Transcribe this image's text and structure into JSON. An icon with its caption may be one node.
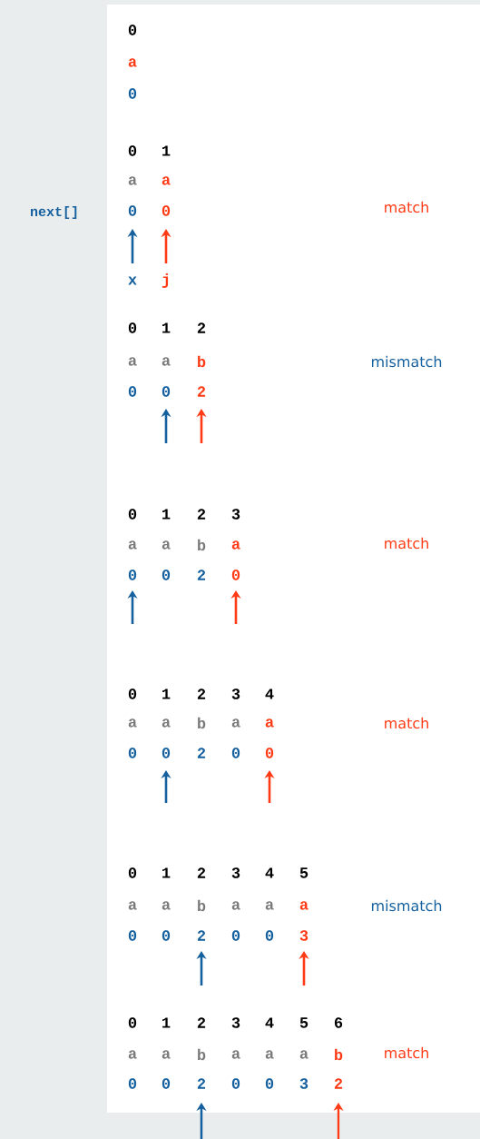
{
  "diagram": {
    "labels": [
      "next[]",
      "0",
      "a",
      "0",
      "0",
      "1",
      "a",
      "a",
      "0",
      "0",
      "match",
      "x",
      "j",
      "0",
      "1",
      "2",
      "a",
      "a",
      "b",
      "0",
      "0",
      "2",
      "mismatch",
      "0",
      "1",
      "2",
      "3",
      "a",
      "a",
      "b",
      "a",
      "0",
      "0",
      "2",
      "0",
      "match",
      "0",
      "1",
      "2",
      "3",
      "4",
      "a",
      "a",
      "b",
      "a",
      "a",
      "0",
      "0",
      "2",
      "0",
      "0",
      "match",
      "0",
      "1",
      "2",
      "3",
      "4",
      "5",
      "a",
      "a",
      "b",
      "a",
      "a",
      "a",
      "0",
      "0",
      "2",
      "0",
      "0",
      "3",
      "mismatch",
      "0",
      "1",
      "2",
      "3",
      "4",
      "5",
      "6",
      "a",
      "a",
      "b",
      "a",
      "a",
      "a",
      "b",
      "0",
      "0",
      "2",
      "0",
      "0",
      "3",
      "2",
      "match"
    ]
  }
}
